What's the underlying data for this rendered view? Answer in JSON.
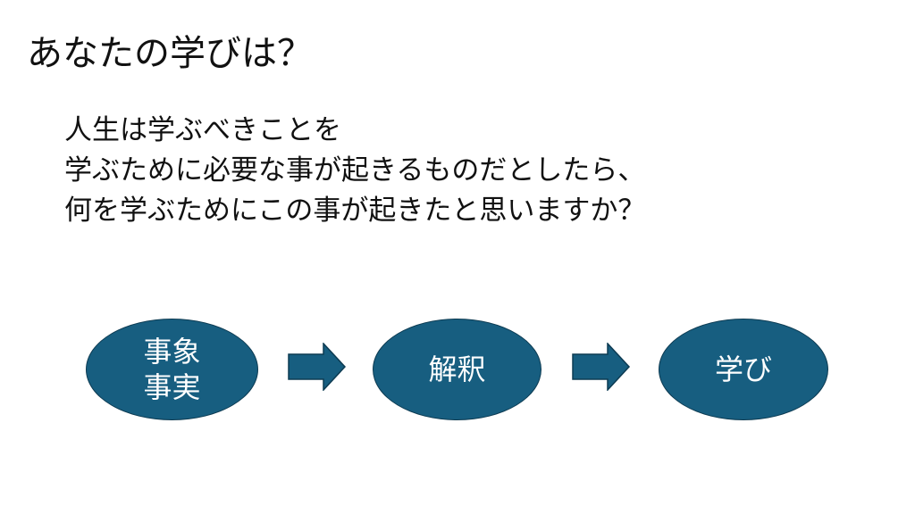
{
  "title": "あなたの学びは？",
  "body": {
    "lines": [
      "人生は学ぶべきことを",
      "学ぶために必要な事が起きるものだとしたら、",
      "何を学ぶためにこの事が起きたと思いますか？"
    ]
  },
  "flow": {
    "nodes": [
      {
        "line1": "事象",
        "line2": "事実"
      },
      {
        "label": "解釈"
      },
      {
        "label": "学び"
      }
    ],
    "color": "#175e80"
  }
}
